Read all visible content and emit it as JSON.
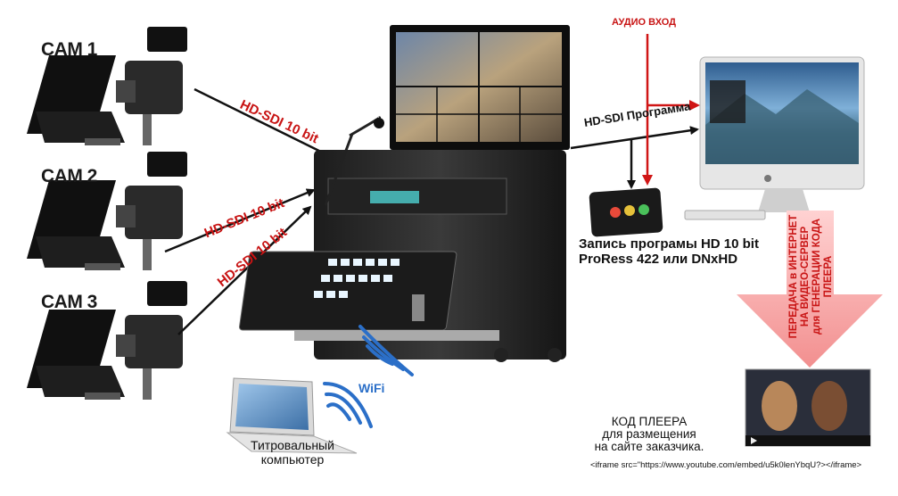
{
  "cameras": [
    {
      "label": "CAM 1"
    },
    {
      "label": "CAM 2"
    },
    {
      "label": "CAM 3"
    }
  ],
  "links": {
    "cam1": "HD-SDI 10 bit",
    "cam2": "HD-SDI 10 bit",
    "cam3": "HD-SDI 10 bit",
    "program": "HD-SDI Программа",
    "audio_in": "АУДИО ВХОД",
    "wifi": "WiFi"
  },
  "recorder": {
    "line1": "Запись програмы HD 10 bit",
    "line2": "ProRess 422 или DNxHD"
  },
  "titler": {
    "line1": "Титровальный",
    "line2": "компьютер"
  },
  "stream": {
    "line1": "ПЕРЕДАЧА в ИНТЕРНЕТ",
    "line2": "НА ВИДЕО-СЕРВЕР",
    "line3": "для ГЕНЕРАЦИИ КОДА",
    "line4": "ПЛЕЕРА"
  },
  "player": {
    "line1": "КОД ПЛЕЕРА",
    "line2": "для размещения",
    "line3": "на сайте заказчика.",
    "embed_code": "<iframe src=\"https://www.youtube.com/embed/u5k0lenYbqU?></iframe>"
  },
  "colors": {
    "red": "#c81414",
    "wifi_blue": "#2b6fc8",
    "arrow_black": "#111111",
    "pink_arrow": "#f6a9a9"
  }
}
